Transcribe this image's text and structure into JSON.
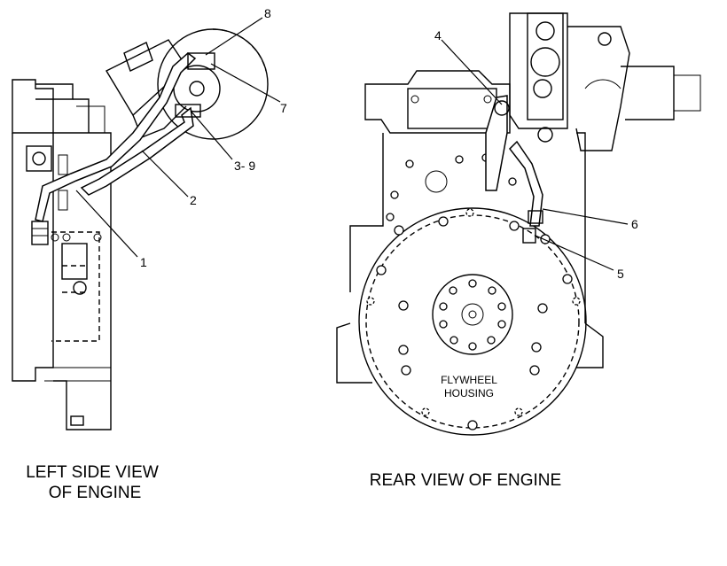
{
  "diagram": {
    "callouts": {
      "c1": "1",
      "c2": "2",
      "c3_9": "3- 9",
      "c4": "4",
      "c5": "5",
      "c6": "6",
      "c7": "7",
      "c8": "8"
    },
    "inner_label": {
      "line1": "FLYWHEEL",
      "line2": "HOUSING"
    },
    "captions": {
      "left_line1": "LEFT SIDE VIEW",
      "left_line2": "OF ENGINE",
      "right": "REAR VIEW OF ENGINE"
    }
  }
}
